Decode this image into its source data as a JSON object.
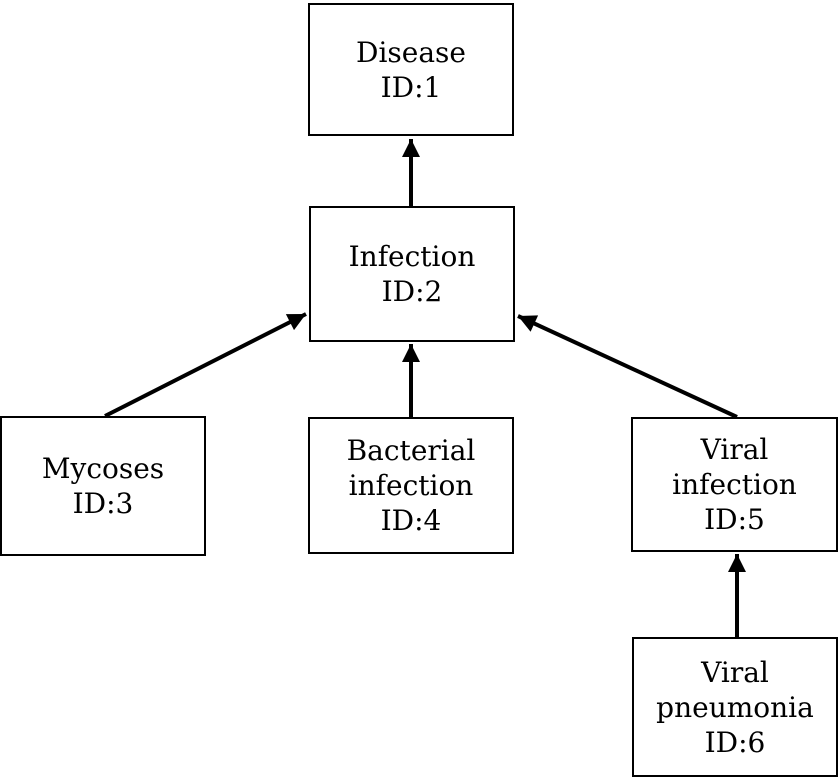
{
  "canvas": {
    "background_color": "#ffffff",
    "line_color": "#000000",
    "text_color": "#000000"
  },
  "diagram": {
    "type": "hierarchy",
    "nodes": [
      {
        "id": 1,
        "name": "disease",
        "label": "Disease",
        "id_label": "ID:1",
        "lines": [
          "Disease",
          "ID:1"
        ]
      },
      {
        "id": 2,
        "name": "infection",
        "label": "Infection",
        "id_label": "ID:2",
        "lines": [
          "Infection",
          "ID:2"
        ]
      },
      {
        "id": 3,
        "name": "mycoses",
        "label": "Mycoses",
        "id_label": "ID:3",
        "lines": [
          "Mycoses",
          "ID:3"
        ]
      },
      {
        "id": 4,
        "name": "bacterial-infection",
        "label": "Bacterial infection",
        "id_label": "ID:4",
        "lines": [
          "Bacterial",
          "infection",
          "ID:4"
        ]
      },
      {
        "id": 5,
        "name": "viral-infection",
        "label": "Viral infection",
        "id_label": "ID:5",
        "lines": [
          "Viral",
          "infection",
          "ID:5"
        ]
      },
      {
        "id": 6,
        "name": "viral-pneumonia",
        "label": "Viral pneumonia",
        "id_label": "ID:6",
        "lines": [
          "Viral",
          "pneumonia",
          "ID:6"
        ]
      }
    ],
    "edges": [
      {
        "from": "infection",
        "to": "disease"
      },
      {
        "from": "mycoses",
        "to": "infection"
      },
      {
        "from": "bacterial-infection",
        "to": "infection"
      },
      {
        "from": "viral-infection",
        "to": "infection"
      },
      {
        "from": "viral-pneumonia",
        "to": "viral-infection"
      }
    ]
  }
}
